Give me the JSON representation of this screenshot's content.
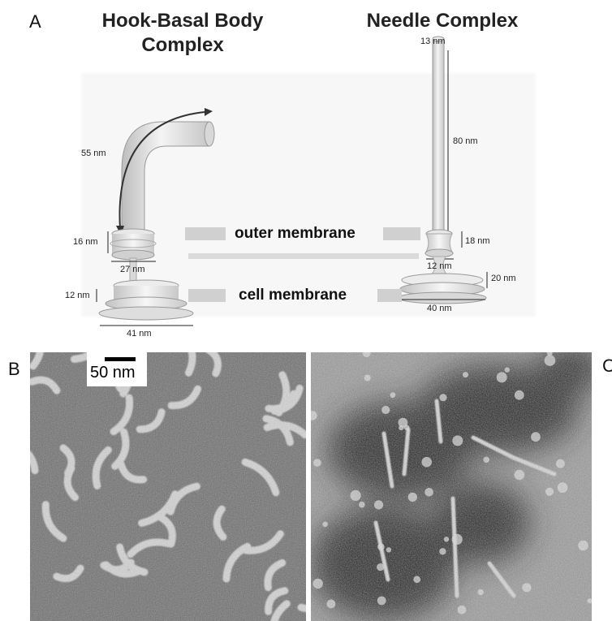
{
  "panels": {
    "a": "A",
    "b": "B",
    "c": "C"
  },
  "titles": {
    "hook_line1": "Hook-Basal Body",
    "hook_line2": "Complex",
    "needle": "Needle Complex"
  },
  "measurements": {
    "hook_length": "55 nm",
    "hbb_ring_height": "16 nm",
    "hbb_ring_width": "27 nm",
    "hbb_base_height": "12 nm",
    "hbb_base_width": "41 nm",
    "needle_tip": "13 nm",
    "needle_length": "80 nm",
    "needle_ring_height": "18 nm",
    "needle_ring_width": "12 nm",
    "needle_base_height": "20 nm",
    "needle_base_width": "40 nm"
  },
  "membranes": {
    "outer": "outer membrane",
    "cell": "cell membrane"
  },
  "scale_bar": {
    "label": "50 nm"
  },
  "colors": {
    "background": "#ffffff",
    "micrograph_dark": "#2f2f2f",
    "micrograph_light": "#a8a8a8",
    "structure": "#dcdcdc",
    "membrane_bar": "#d0d0d0"
  }
}
